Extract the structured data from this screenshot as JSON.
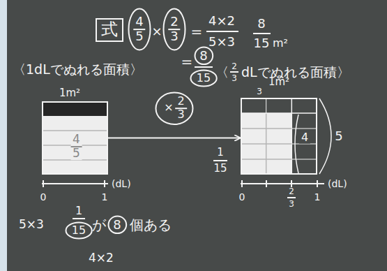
{
  "diagram": {
    "nodes": [
      {
        "text": [
          "式"
        ]
      },
      {
        "text": [
          "4",
          "5"
        ]
      },
      {
        "text": [
          "2",
          "3"
        ]
      },
      {
        "text": [
          "8"
        ]
      },
      {
        "text": [
          "15"
        ]
      },
      {
        "text": [
          "4",
          "5"
        ]
      },
      {
        "text": [
          "×",
          "2",
          "3"
        ]
      },
      {
        "text": [
          "4"
        ]
      },
      {
        "text": [
          "15"
        ]
      },
      {
        "text": [
          "8"
        ]
      }
    ],
    "edges": [
      {
        "from": 5,
        "to": 7,
        "arrow": "to"
      }
    ],
    "labels": [
      "4×2",
      "5×3",
      "8",
      "15",
      "m²",
      "=",
      "×",
      "=",
      "〈1dLでぬれる面積〉",
      "〈",
      "2",
      "3",
      "dLでぬれる面積〉",
      "1m²",
      "0",
      "1",
      "(dL)",
      "1m²",
      "3",
      "5",
      "1",
      "15",
      "0",
      "2",
      "3",
      "1",
      "(dL)",
      "5×3",
      "1",
      "が",
      "個ある",
      "4×2"
    ]
  }
}
